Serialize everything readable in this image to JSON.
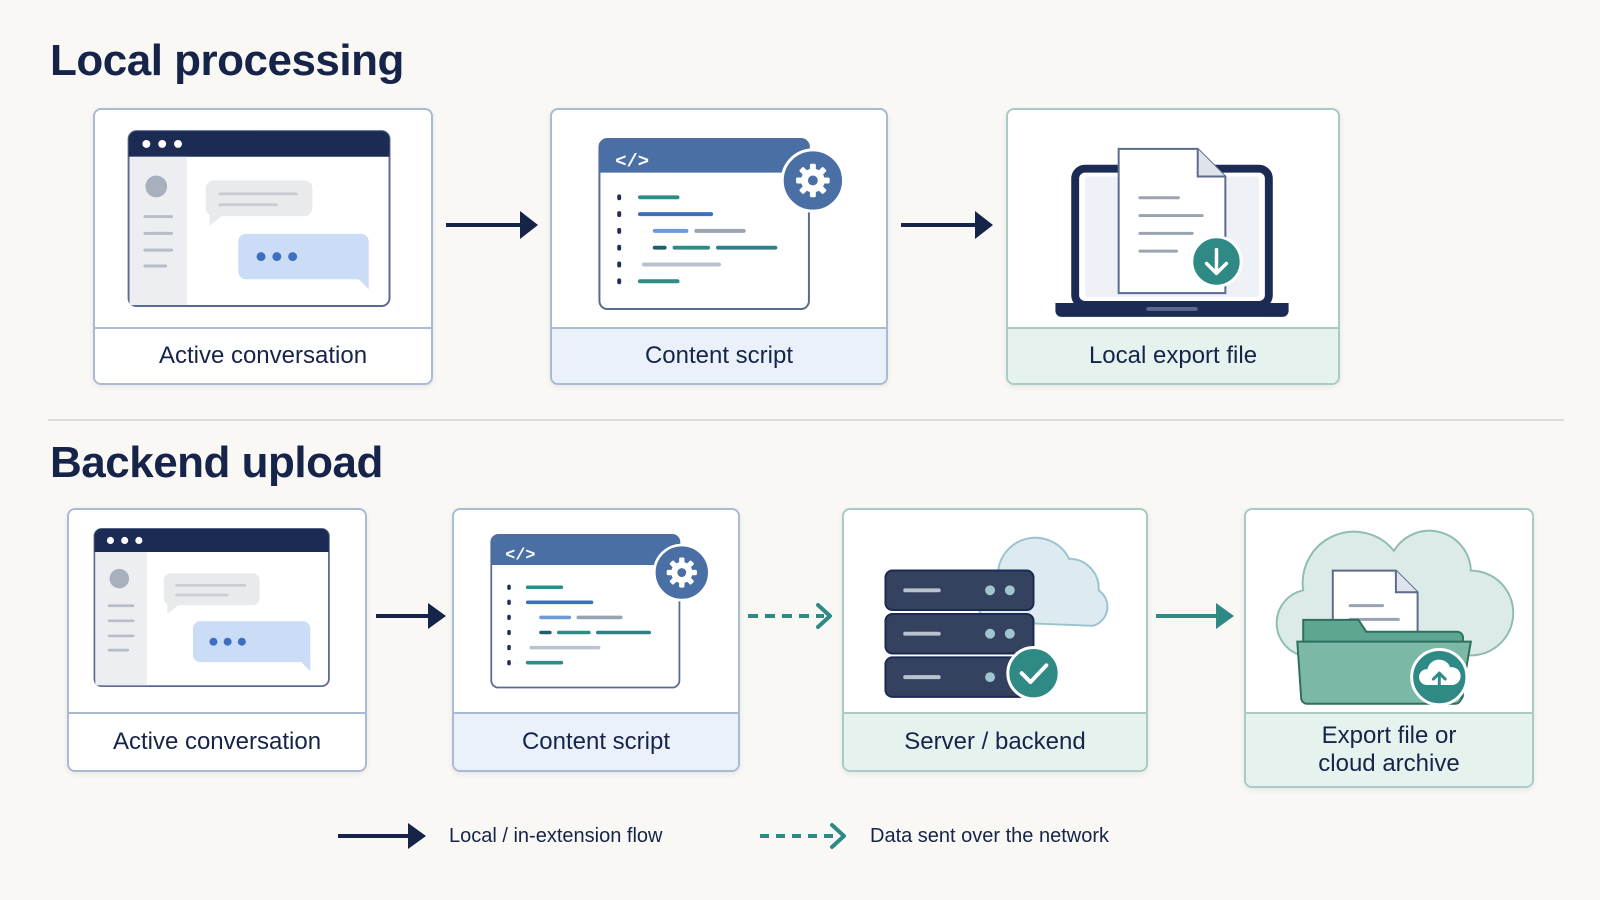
{
  "sections": {
    "local": {
      "title": "Local processing",
      "steps": [
        {
          "label": "Active conversation"
        },
        {
          "label": "Content script"
        },
        {
          "label": "Local export file"
        }
      ]
    },
    "backend": {
      "title": "Backend upload",
      "steps": [
        {
          "label": "Active conversation"
        },
        {
          "label": "Content script"
        },
        {
          "label": "Server / backend"
        },
        {
          "label": "Export file or\ncloud archive"
        }
      ]
    }
  },
  "legend": {
    "solid": "Local / in-extension flow",
    "dashed": "Data sent over the network"
  },
  "code_tag": "</>",
  "colors": {
    "navy": "#16244a",
    "teal": "#2f8a86",
    "blue_accent": "#4a6fa5",
    "card_border": "#a9bad4"
  },
  "icons": [
    "browser-window-icon",
    "code-editor-icon",
    "gear-icon",
    "laptop-icon",
    "document-icon",
    "download-icon",
    "server-icon",
    "cloud-icon",
    "checkmark-icon",
    "folder-icon",
    "cloud-upload-icon"
  ]
}
